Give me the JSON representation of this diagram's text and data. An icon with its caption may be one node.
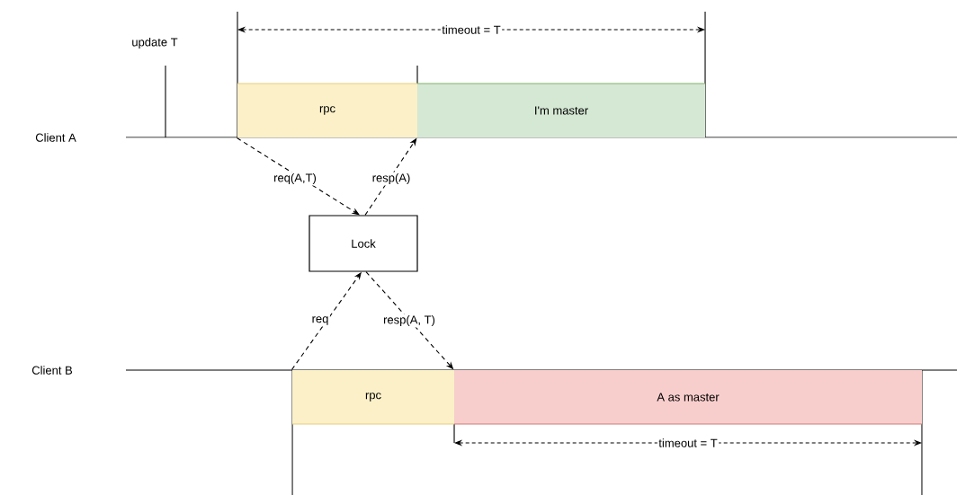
{
  "diagram": {
    "nodes": [
      {
        "text": [
          "rpc"
        ]
      },
      {
        "text": [
          "I'm master"
        ]
      },
      {
        "text": [
          "Lock"
        ]
      },
      {
        "text": [
          "rpc"
        ]
      },
      {
        "text": [
          "A as master"
        ]
      }
    ],
    "edges": [
      {
        "from": 0,
        "to": 2,
        "arrow": "to",
        "style": "dashed",
        "label": "req(A,T)"
      },
      {
        "from": 2,
        "to": 1,
        "arrow": "to",
        "style": "dashed",
        "label": "resp(A)"
      },
      {
        "from": 3,
        "to": 2,
        "arrow": "to",
        "style": "dashed",
        "label": "req"
      },
      {
        "from": 2,
        "to": 4,
        "arrow": "to",
        "style": "dashed",
        "label": "resp(A, T)"
      }
    ],
    "labels": [
      "timeout = T",
      "update T",
      "Client A",
      "Client B",
      "timeout = T"
    ]
  }
}
